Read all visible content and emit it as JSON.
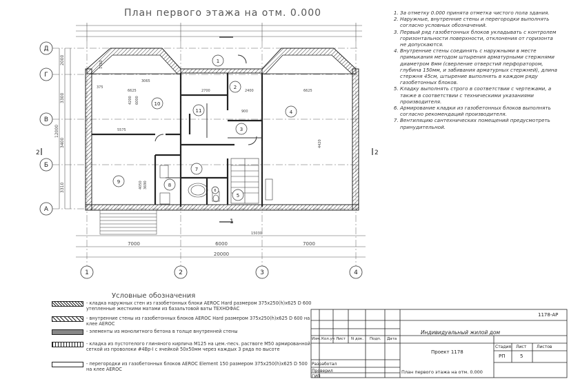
{
  "drawing": {
    "title": "План первого этажа на отм. 0.000",
    "sheet_code": "1178-АР",
    "project": "Проект 1178",
    "building": "Индивидуальный жилой дом",
    "sheet_name": "План первого этажа на отм. 0.000",
    "stage": "РП",
    "sheet": "5"
  },
  "title_block": {
    "col_izm": "Изм.",
    "col_kol": "Кол.уч",
    "col_list": "Лист",
    "col_ndok": "N док.",
    "col_podp": "Подп.",
    "col_data": "Дата",
    "stage_label": "Стадия",
    "sheet_label": "Лист",
    "sheets_label": "Листов",
    "developed": "Разработал",
    "checked": "Проверил",
    "gip": "ГИП"
  },
  "notes": [
    "За отметку 0.000 принята отметка чистого пола здания.",
    "Наружные, внутренние стены и перегородки выполнять согласно условных обозначений.",
    "Первый ряд газобетонных блоков укладывать с контролем горизонтальности поверхности, отклонения от горизонта не допускаются.",
    "Внутренние стены соединять с наружными в месте примыкания методом штырения арматурными стержнями диаметром 8мм (сверление отверстий перфоратором, глубина 150мм, и забивания арматурных стержней), длина стержня 45см, штырение выполнять в каждом ряду газобетонных блоков.",
    "Кладку выполнять строго в соответствии с чертежами, а также в соответствии с техническими указаниями производителя.",
    "Армирование кладки из газобетонных блоков выполнять согласно рекомендаций производителя.",
    "Вентиляцию сантехнических помещений предусмотреть принудительной."
  ],
  "legend": {
    "title": "Условные обозначения",
    "items": [
      "- кладка наружных стен из газобетонных блоки AEROC Hard размером 375x250(h)x625 D 600 утепленные жесткими матами из базальтовой ваты ТЕХНОФАС",
      "- внутренние стены из газобетонных блоков AEROC Hard размером 375x250(h)x625 D 600 на клее AEROC",
      "- элементы из монолитного бетона в толще внутренней стены",
      "- кладка из пустотелого глиняного кирпича М125 на цем.-песч. раствоге М50 армированной сеткой из проволоки #4Вр-I с ячейкой 50x50мм через каждых 3 ряда по высоте",
      "- перегородки из газобетонных блоков AEROC Element 150 размером 375x250(h)x625 D 500 на клее AEROC"
    ]
  },
  "plan": {
    "axes_rows": [
      "Д",
      "Г",
      "В",
      "Б",
      "А"
    ],
    "axes_cols": [
      "1",
      "2",
      "3",
      "4"
    ],
    "bottom_dims": [
      "7000",
      "6000",
      "7000"
    ],
    "overall": "20000",
    "dim_15030": "15030",
    "left_dims": [
      "2000",
      "3300",
      "3400",
      "3310"
    ],
    "left_total": "12000",
    "section_mark": "1",
    "section_mark_side": "2",
    "rooms": [
      "1",
      "2",
      "3",
      "4",
      "5",
      "6",
      "7",
      "8",
      "9",
      "10",
      "11"
    ],
    "inner_dims": [
      "6625",
      "2700",
      "4200",
      "6000",
      "900",
      "3065",
      "2400",
      "5575",
      "375",
      "1780",
      "4050",
      "3690",
      "6625",
      "4420"
    ]
  }
}
